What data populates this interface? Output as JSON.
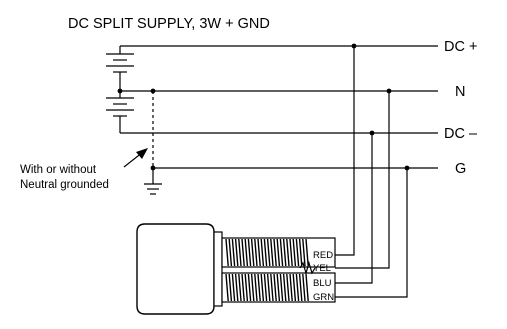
{
  "title": "DC SPLIT SUPPLY, 3W + GND",
  "rails": [
    {
      "key": "dc_plus",
      "label": "DC +"
    },
    {
      "key": "neutral",
      "label": "N"
    },
    {
      "key": "dc_minus",
      "label": "DC –"
    },
    {
      "key": "ground",
      "label": "G"
    }
  ],
  "note_lines": [
    "With or without",
    "Neutral grounded"
  ],
  "wires": [
    {
      "label": "RED",
      "rail": "dc_plus"
    },
    {
      "label": "YEL",
      "rail": "neutral"
    },
    {
      "label": "BLU",
      "rail": "dc_minus"
    },
    {
      "label": "GRN",
      "rail": "ground"
    }
  ],
  "icons": [
    "battery-icon",
    "ground-icon",
    "arrow-icon",
    "resistor-icon",
    "sensor-body-icon"
  ]
}
